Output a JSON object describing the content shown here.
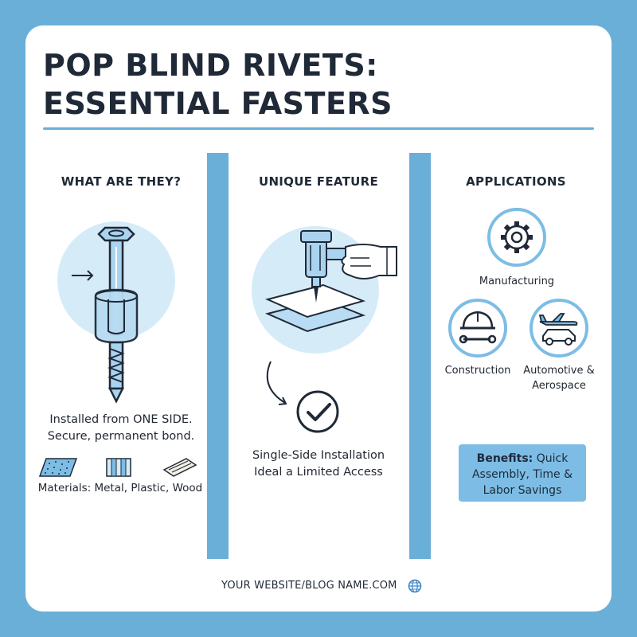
{
  "title": {
    "line1": "POP BLIND RIVETS:",
    "line2": "ESSENTIAL FASTERS"
  },
  "columns": {
    "what": {
      "heading": "WHAT ARE THEY?",
      "line1": "Installed from ONE SIDE.",
      "line2": "Secure, permanent bond.",
      "materials": "Materials: Metal, Plastic, Wood"
    },
    "unique": {
      "heading": "UNIQUE FEATURE",
      "line1": "Single-Side Installation",
      "line2": "Ideal a Limited Access"
    },
    "applications": {
      "heading": "APPLICATIONS",
      "manufacturing": "Manufacturing",
      "construction": "Construction",
      "automotive_line1": "Automotive &",
      "automotive_line2": "Aerospace"
    }
  },
  "benefits": {
    "label": "Benefits:",
    "text1": " Quick",
    "text2": "Assembly, Time &",
    "text3": "Labor Savings"
  },
  "footer": {
    "text": "YOUR WEBSITE/BLOG NAME.COM",
    "icon": "globe-icon"
  },
  "colors": {
    "background": "#6aafd8",
    "accent_light": "#d6ebf8",
    "accent": "#7dbde5",
    "ink": "#1f2937"
  }
}
